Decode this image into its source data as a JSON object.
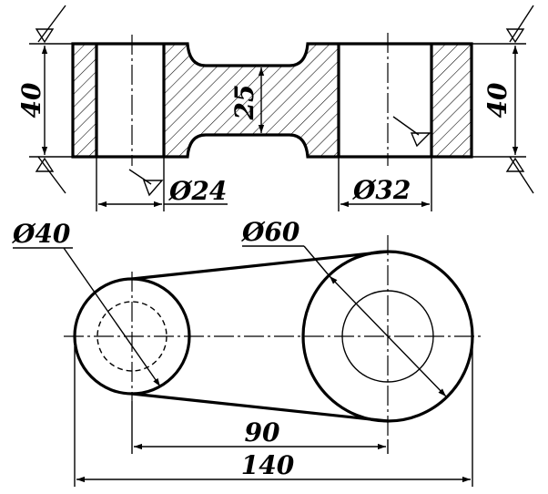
{
  "drawing": {
    "front_view": {
      "left_height": "40",
      "right_height": "40",
      "neck_height": "25",
      "left_hole": "Ø24",
      "right_hole": "Ø32"
    },
    "top_view": {
      "small_circle": "Ø40",
      "large_circle": "Ø60",
      "center_distance": "90",
      "overall_length": "140"
    },
    "colors": {
      "line": "#000000",
      "background": "#ffffff"
    }
  }
}
